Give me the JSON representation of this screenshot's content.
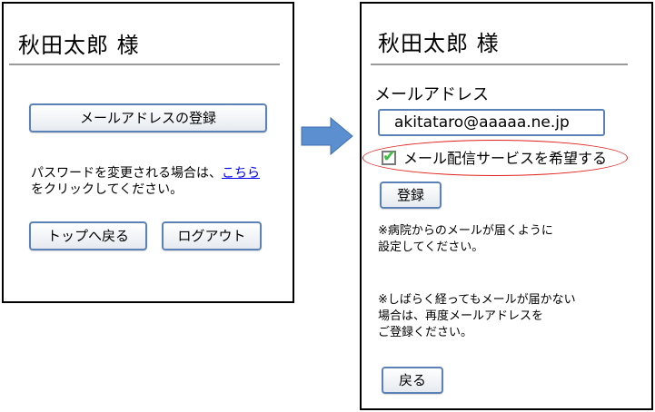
{
  "left_screen": {
    "user_name": "秋田太郎 様",
    "register_email_button": "メールアドレスの登録",
    "password_text_before_link": "パスワードを変更される場合は、",
    "password_link": "こちら",
    "password_text_line2": "をクリックしてください。",
    "back_to_top_button": "トップへ戻る",
    "logout_button": "ログアウト"
  },
  "right_screen": {
    "user_name": "秋田太郎 様",
    "email_label": "メールアドレス",
    "email_value": "akitataro@aaaaa.ne.jp",
    "subscribe_checked": true,
    "subscribe_label": "メール配信サービスを希望する",
    "register_button": "登録",
    "note1_line1": "※病院からのメールが届くように",
    "note1_line2": "設定してください。",
    "note2_line1": "※しばらく経ってもメールが届かない",
    "note2_line2": "場合は、再度メールアドレスを",
    "note2_line3": "ご登録ください。",
    "back_button": "戻る"
  },
  "colors": {
    "button_border": "#5b82b6",
    "link": "#0000ee",
    "arrow": "#5b8fd0",
    "highlight": "#e0201c",
    "check": "#3fbf3f"
  },
  "icons": {
    "transition": "right-arrow-icon",
    "check": "check-icon"
  }
}
